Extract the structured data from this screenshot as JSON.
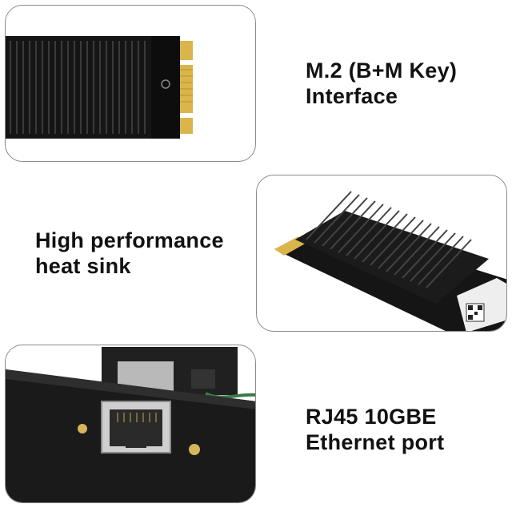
{
  "features": [
    {
      "id": "m2-interface",
      "line1": "M.2 (B+M Key)",
      "line2": "Interface"
    },
    {
      "id": "heat-sink",
      "line1": "High performance",
      "line2": "heat sink"
    },
    {
      "id": "rj45-port",
      "line1": "RJ45 10GBE",
      "line2": "Ethernet port"
    }
  ],
  "colors": {
    "heatsink": "#141414",
    "heatsink_fin": "#2a2a2a",
    "gold_contact": "#d9b54a",
    "panel_border": "#8a8a8a",
    "text": "#111111"
  }
}
